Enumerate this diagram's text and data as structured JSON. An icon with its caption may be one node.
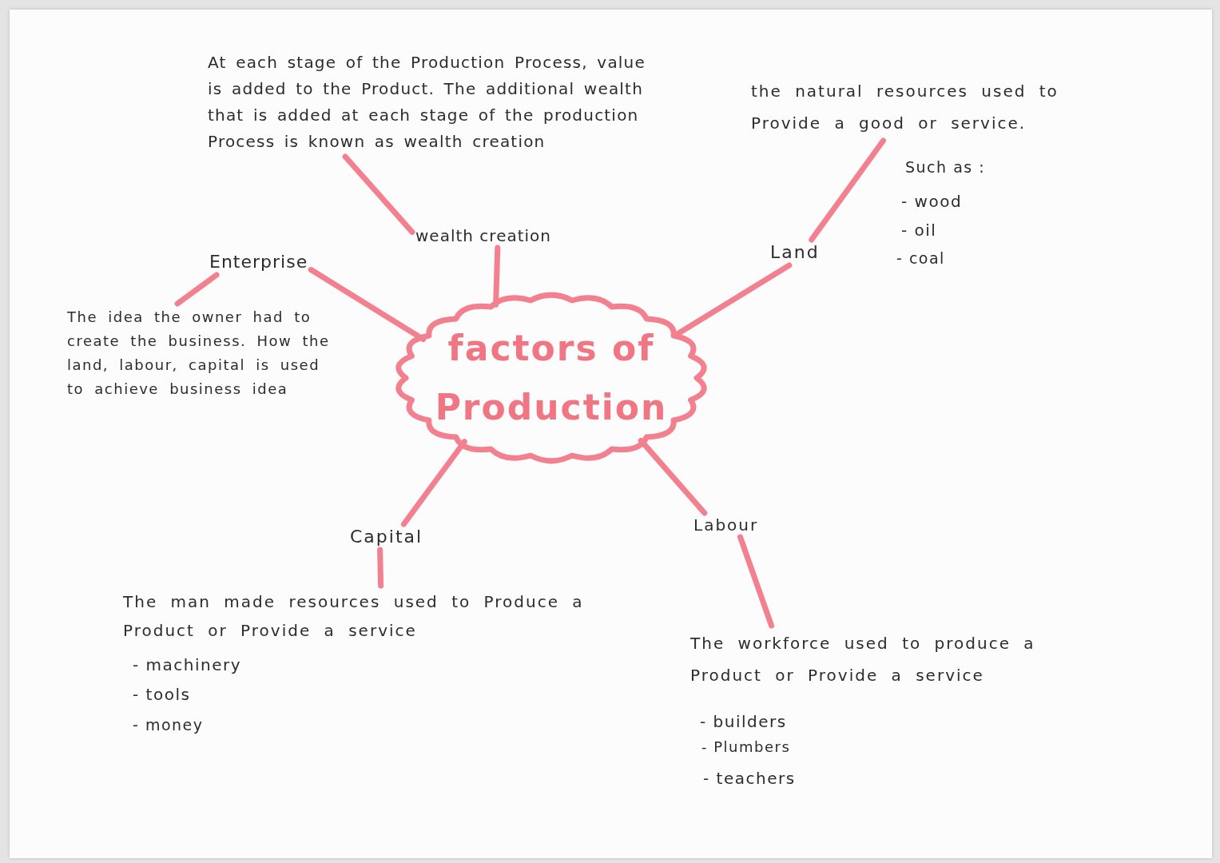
{
  "diagram": {
    "nodes": [
      {
        "text": [
          "At each stage of the Production Process, value is added to the Product. The additional wealth that is added at each stage of the production Process is known as wealth creation"
        ]
      },
      {
        "text": [
          "the natural resources used to Provide a good or service."
        ]
      },
      {
        "text": [
          "wealth creation"
        ]
      },
      {
        "text": [
          "Enterprise"
        ]
      },
      {
        "text": [
          "Land"
        ]
      },
      {
        "text": [
          "The idea the owner had to create the business. How the land, labour, capital is used to achieve business idea"
        ]
      },
      {
        "text": [
          "factors of Production"
        ]
      },
      {
        "text": [
          "Labour"
        ]
      },
      {
        "text": [
          "Capital"
        ]
      },
      {
        "text": [
          "The man made resources used to Produce a Product or Provide a service"
        ]
      },
      {
        "text": [
          "The workforce used to produce a Product or Provide a service"
        ]
      }
    ],
    "edges": [
      {
        "from": 0,
        "to": 2,
        "arrow": "none"
      },
      {
        "from": 6,
        "to": 2,
        "arrow": "none"
      },
      {
        "from": 3,
        "to": 5,
        "arrow": "none"
      },
      {
        "from": 6,
        "to": 3,
        "arrow": "none"
      },
      {
        "from": 4,
        "to": 1,
        "arrow": "none"
      },
      {
        "from": 6,
        "to": 4,
        "arrow": "none"
      },
      {
        "from": 6,
        "to": 8,
        "arrow": "none"
      },
      {
        "from": 8,
        "to": 9,
        "arrow": "none"
      },
      {
        "from": 6,
        "to": 7,
        "arrow": "none"
      },
      {
        "from": 7,
        "to": 10,
        "arrow": "none"
      }
    ],
    "labels": [
      "Such as :",
      "- wood",
      "- oil",
      "- coal",
      "- machinery",
      "- tools",
      "- money",
      "- builders",
      "- Plumbers",
      "- teachers"
    ]
  }
}
